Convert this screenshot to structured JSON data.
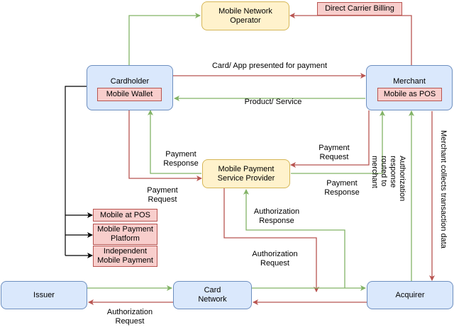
{
  "nodes": {
    "mobile_network_operator": "Mobile Network\nOperator",
    "direct_carrier_billing": "Direct Carrier Billing",
    "cardholder": "Cardholder",
    "mobile_wallet": "Mobile Wallet",
    "merchant": "Merchant",
    "mobile_as_pos": "Mobile as POS",
    "mobile_payment_service_provider": "Mobile Payment\nService Provider",
    "mobile_at_pos": "Mobile at POS",
    "mobile_payment_platform": "Mobile Payment\nPlatform",
    "independent_mobile_payment": "Independent\nMobile Payment",
    "issuer": "Issuer",
    "card_network": "Card\nNetwork",
    "acquirer": "Acquirer"
  },
  "edge_labels": {
    "card_app_presented": "Card/ App presented for payment",
    "product_service": "Product/ Service",
    "payment_response_left": "Payment\nResponse",
    "payment_request_left": "Payment\nRequest",
    "payment_request_right": "Payment\nRequest",
    "payment_response_right": "Payment\nResponse",
    "authorization_response_mid": "Authorization\nResponse",
    "authorization_request_mid": "Authorization\nRequest",
    "authorization_request_bottom": "Authorization\nRequest",
    "authorization_response_routed": "Authorization response\nrouted to merchant",
    "merchant_collects": "Merchant collects transaction data"
  },
  "colors": {
    "green_arrow": "#82b366",
    "red_arrow": "#b85450",
    "black_arrow": "#000000",
    "blue_fill": "#dae8fc",
    "yellow_fill": "#fff2cc",
    "red_fill": "#f8cecc"
  }
}
